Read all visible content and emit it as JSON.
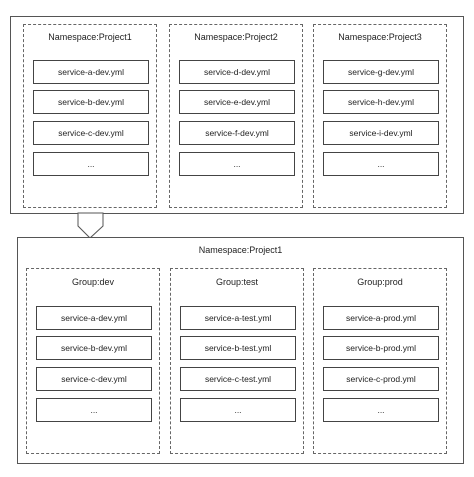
{
  "top": {
    "columns": [
      {
        "title": "Namespace:Project1",
        "items": [
          "service-a-dev.yml",
          "service-b-dev.yml",
          "service-c-dev.yml",
          "..."
        ]
      },
      {
        "title": "Namespace:Project2",
        "items": [
          "service-d-dev.yml",
          "service-e-dev.yml",
          "service-f-dev.yml",
          "..."
        ]
      },
      {
        "title": "Namespace:Project3",
        "items": [
          "service-g-dev.yml",
          "service-h-dev.yml",
          "service-i-dev.yml",
          "..."
        ]
      }
    ]
  },
  "bottom": {
    "title": "Namespace:Project1",
    "columns": [
      {
        "title": "Group:dev",
        "items": [
          "service-a-dev.yml",
          "service-b-dev.yml",
          "service-c-dev.yml",
          "..."
        ]
      },
      {
        "title": "Group:test",
        "items": [
          "service-a-test.yml",
          "service-b-test.yml",
          "service-c-test.yml",
          "..."
        ]
      },
      {
        "title": "Group:prod",
        "items": [
          "service-a-prod.yml",
          "service-b-prod.yml",
          "service-c-prod.yml",
          "..."
        ]
      }
    ]
  }
}
